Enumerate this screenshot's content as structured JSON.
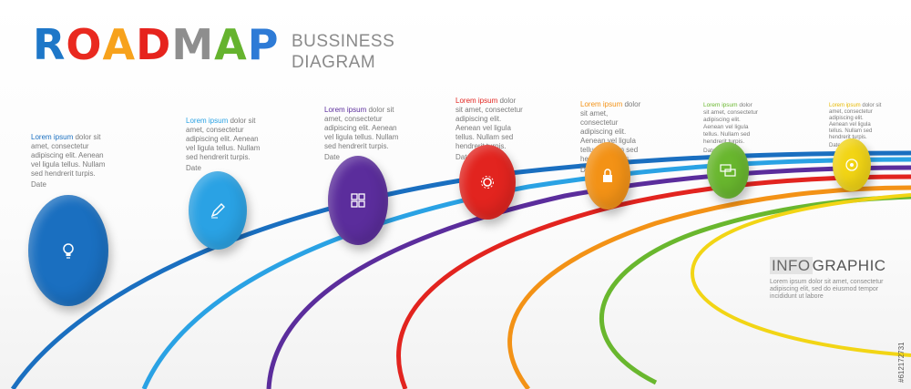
{
  "title": {
    "letters": [
      {
        "ch": "R",
        "color": "#1e77c8"
      },
      {
        "ch": "O",
        "color": "#e9291f"
      },
      {
        "ch": "A",
        "color": "#f7a21c"
      },
      {
        "ch": "D",
        "color": "#e6231d"
      },
      {
        "ch": "M",
        "color": "#8e8e8e"
      },
      {
        "ch": "A",
        "color": "#65b32e"
      },
      {
        "ch": "P",
        "color": "#2e7bd6"
      }
    ]
  },
  "subtitle": {
    "line1": "BUSSINESS",
    "line2": "DIAGRAM"
  },
  "steps": [
    {
      "lead": "Lorem ipsum",
      "body": " dolor sit amet, consectetur adipiscing elit. Aenean vel ligula tellus. Nullam sed hendrerit turpis.",
      "date": "Date",
      "color": "#1a6fc0",
      "icon": "lightbulb-icon"
    },
    {
      "lead": "Lorem ipsum",
      "body": " dolor sit amet, consectetur adipiscing elit. Aenean vel ligula tellus. Nullam sed hendrerit turpis.",
      "date": "Date",
      "color": "#2aa2e4",
      "icon": "pen-icon"
    },
    {
      "lead": "Lorem ipsum",
      "body": " dolor sit amet, consectetur adipiscing elit. Aenean vel ligula tellus. Nullam sed hendrerit turpis.",
      "date": "Date",
      "color": "#5b2d9c",
      "icon": "grid-icon"
    },
    {
      "lead": "Lorem ipsum",
      "body": " dolor sit amet, consectetur adipiscing elit. Aenean vel ligula tellus. Nullam sed hendrerit turpis.",
      "date": "Date",
      "color": "#e2241f",
      "icon": "gear-icon"
    },
    {
      "lead": "Lorem ipsum",
      "body": " dolor sit amet, consectetur adipiscing elit. Aenean vel ligula tellus. Nullam sed hendrerit turpis.",
      "date": "Date",
      "color": "#f39216",
      "icon": "lock-icon"
    },
    {
      "lead": "Lorem ipsum",
      "body": " dolor sit amet, consectetur adipiscing elit. Aenean vel ligula tellus. Nullam sed hendrerit turpis.",
      "date": "Date",
      "color": "#69b72e",
      "icon": "chat-icon"
    },
    {
      "lead": "Lorem ipsum",
      "body": " dolor sit amet, consectetur adipiscing elit. Aenean vel ligula tellus. Nullam sed hendrerit turpis.",
      "date": "Date",
      "color": "#f2d515",
      "icon": "target-icon"
    }
  ],
  "infographic": {
    "title_highlight": "INFO",
    "title_rest": "GRAPHIC",
    "body": "Lorem ipsum dolor sit amet, consectetur adipiscing elit, sed do eiusmod tempor incididunt ut labore"
  },
  "watermark": "#612172731"
}
